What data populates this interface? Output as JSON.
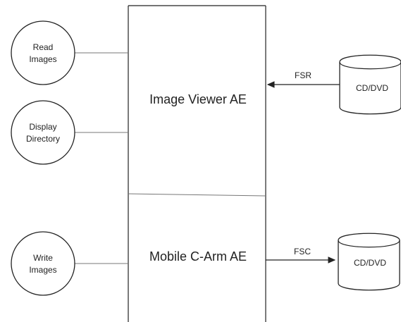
{
  "application_entities": {
    "image_viewer": "Image Viewer AE",
    "mobile_c_arm": "Mobile C-Arm AE"
  },
  "local_activities": {
    "read_images": [
      "Read",
      "Images"
    ],
    "display_directory": [
      "Display",
      "Directory"
    ],
    "write_images": [
      "Write",
      "Images"
    ]
  },
  "connections": {
    "fsr": "FSR",
    "fsc": "FSC"
  },
  "media": {
    "top": "CD/DVD",
    "bottom": "CD/DVD"
  }
}
